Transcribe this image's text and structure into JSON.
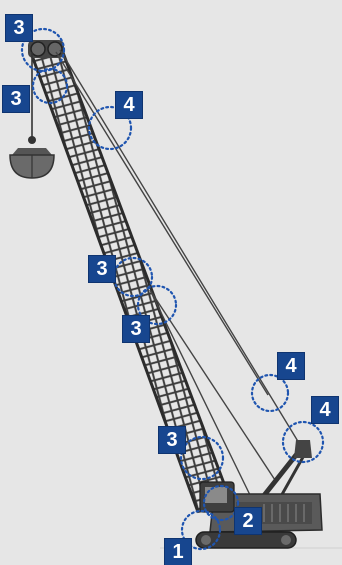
{
  "callouts": {
    "boom_tip_top": "3",
    "boom_tip_lower": "3",
    "pendant_upper": "4",
    "boom_mid_upper": "3",
    "boom_mid_lower": "3",
    "pendant_lower": "4",
    "mast_top": "4",
    "boom_base_section": "3",
    "boom_foot": "2",
    "undercarriage": "1"
  },
  "colors": {
    "badge": "#17468f",
    "ring": "#1f55b0",
    "background": "#e6e6e6",
    "machine": "#4a4a4a"
  }
}
